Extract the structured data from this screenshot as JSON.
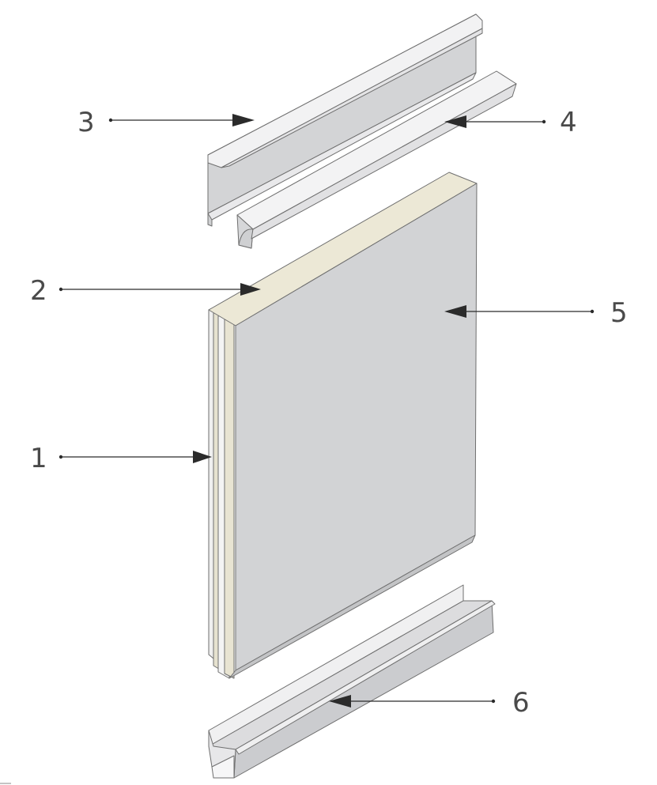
{
  "diagram": {
    "callouts": [
      {
        "id": "1",
        "label": "1"
      },
      {
        "id": "2",
        "label": "2"
      },
      {
        "id": "3",
        "label": "3"
      },
      {
        "id": "4",
        "label": "4"
      },
      {
        "id": "5",
        "label": "5"
      },
      {
        "id": "6",
        "label": "6"
      }
    ],
    "colors": {
      "panel_face": "#d2d3d5",
      "panel_face_dark": "#c6c7c9",
      "core": "#ece8d6",
      "metal_light": "#f1f1f2",
      "metal_mid": "#dcdcde",
      "metal_dark": "#c9cacc",
      "leader": "#2b2b2b",
      "label": "#4a4a4a"
    }
  }
}
